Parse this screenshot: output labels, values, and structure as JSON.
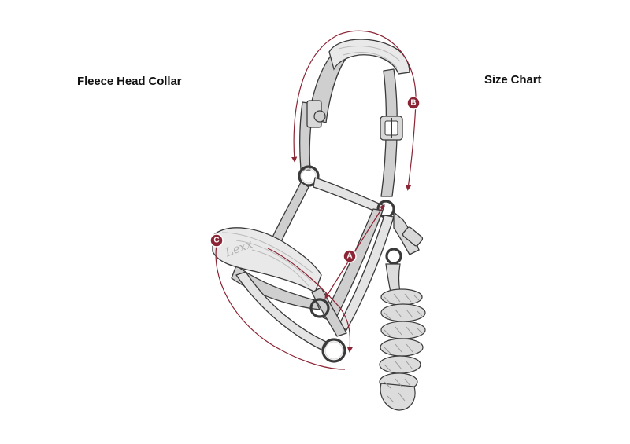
{
  "captions": {
    "left": "Fleece Head Collar",
    "right": "Size Chart"
  },
  "markers": {
    "a": "A",
    "b": "B",
    "c": "C"
  },
  "logo": {
    "text": "Lexx"
  },
  "colors": {
    "accent": "#8b2434",
    "strap": "#cfcfcf",
    "fleece": "#e9e9e9",
    "outline": "#3a3a3a"
  }
}
